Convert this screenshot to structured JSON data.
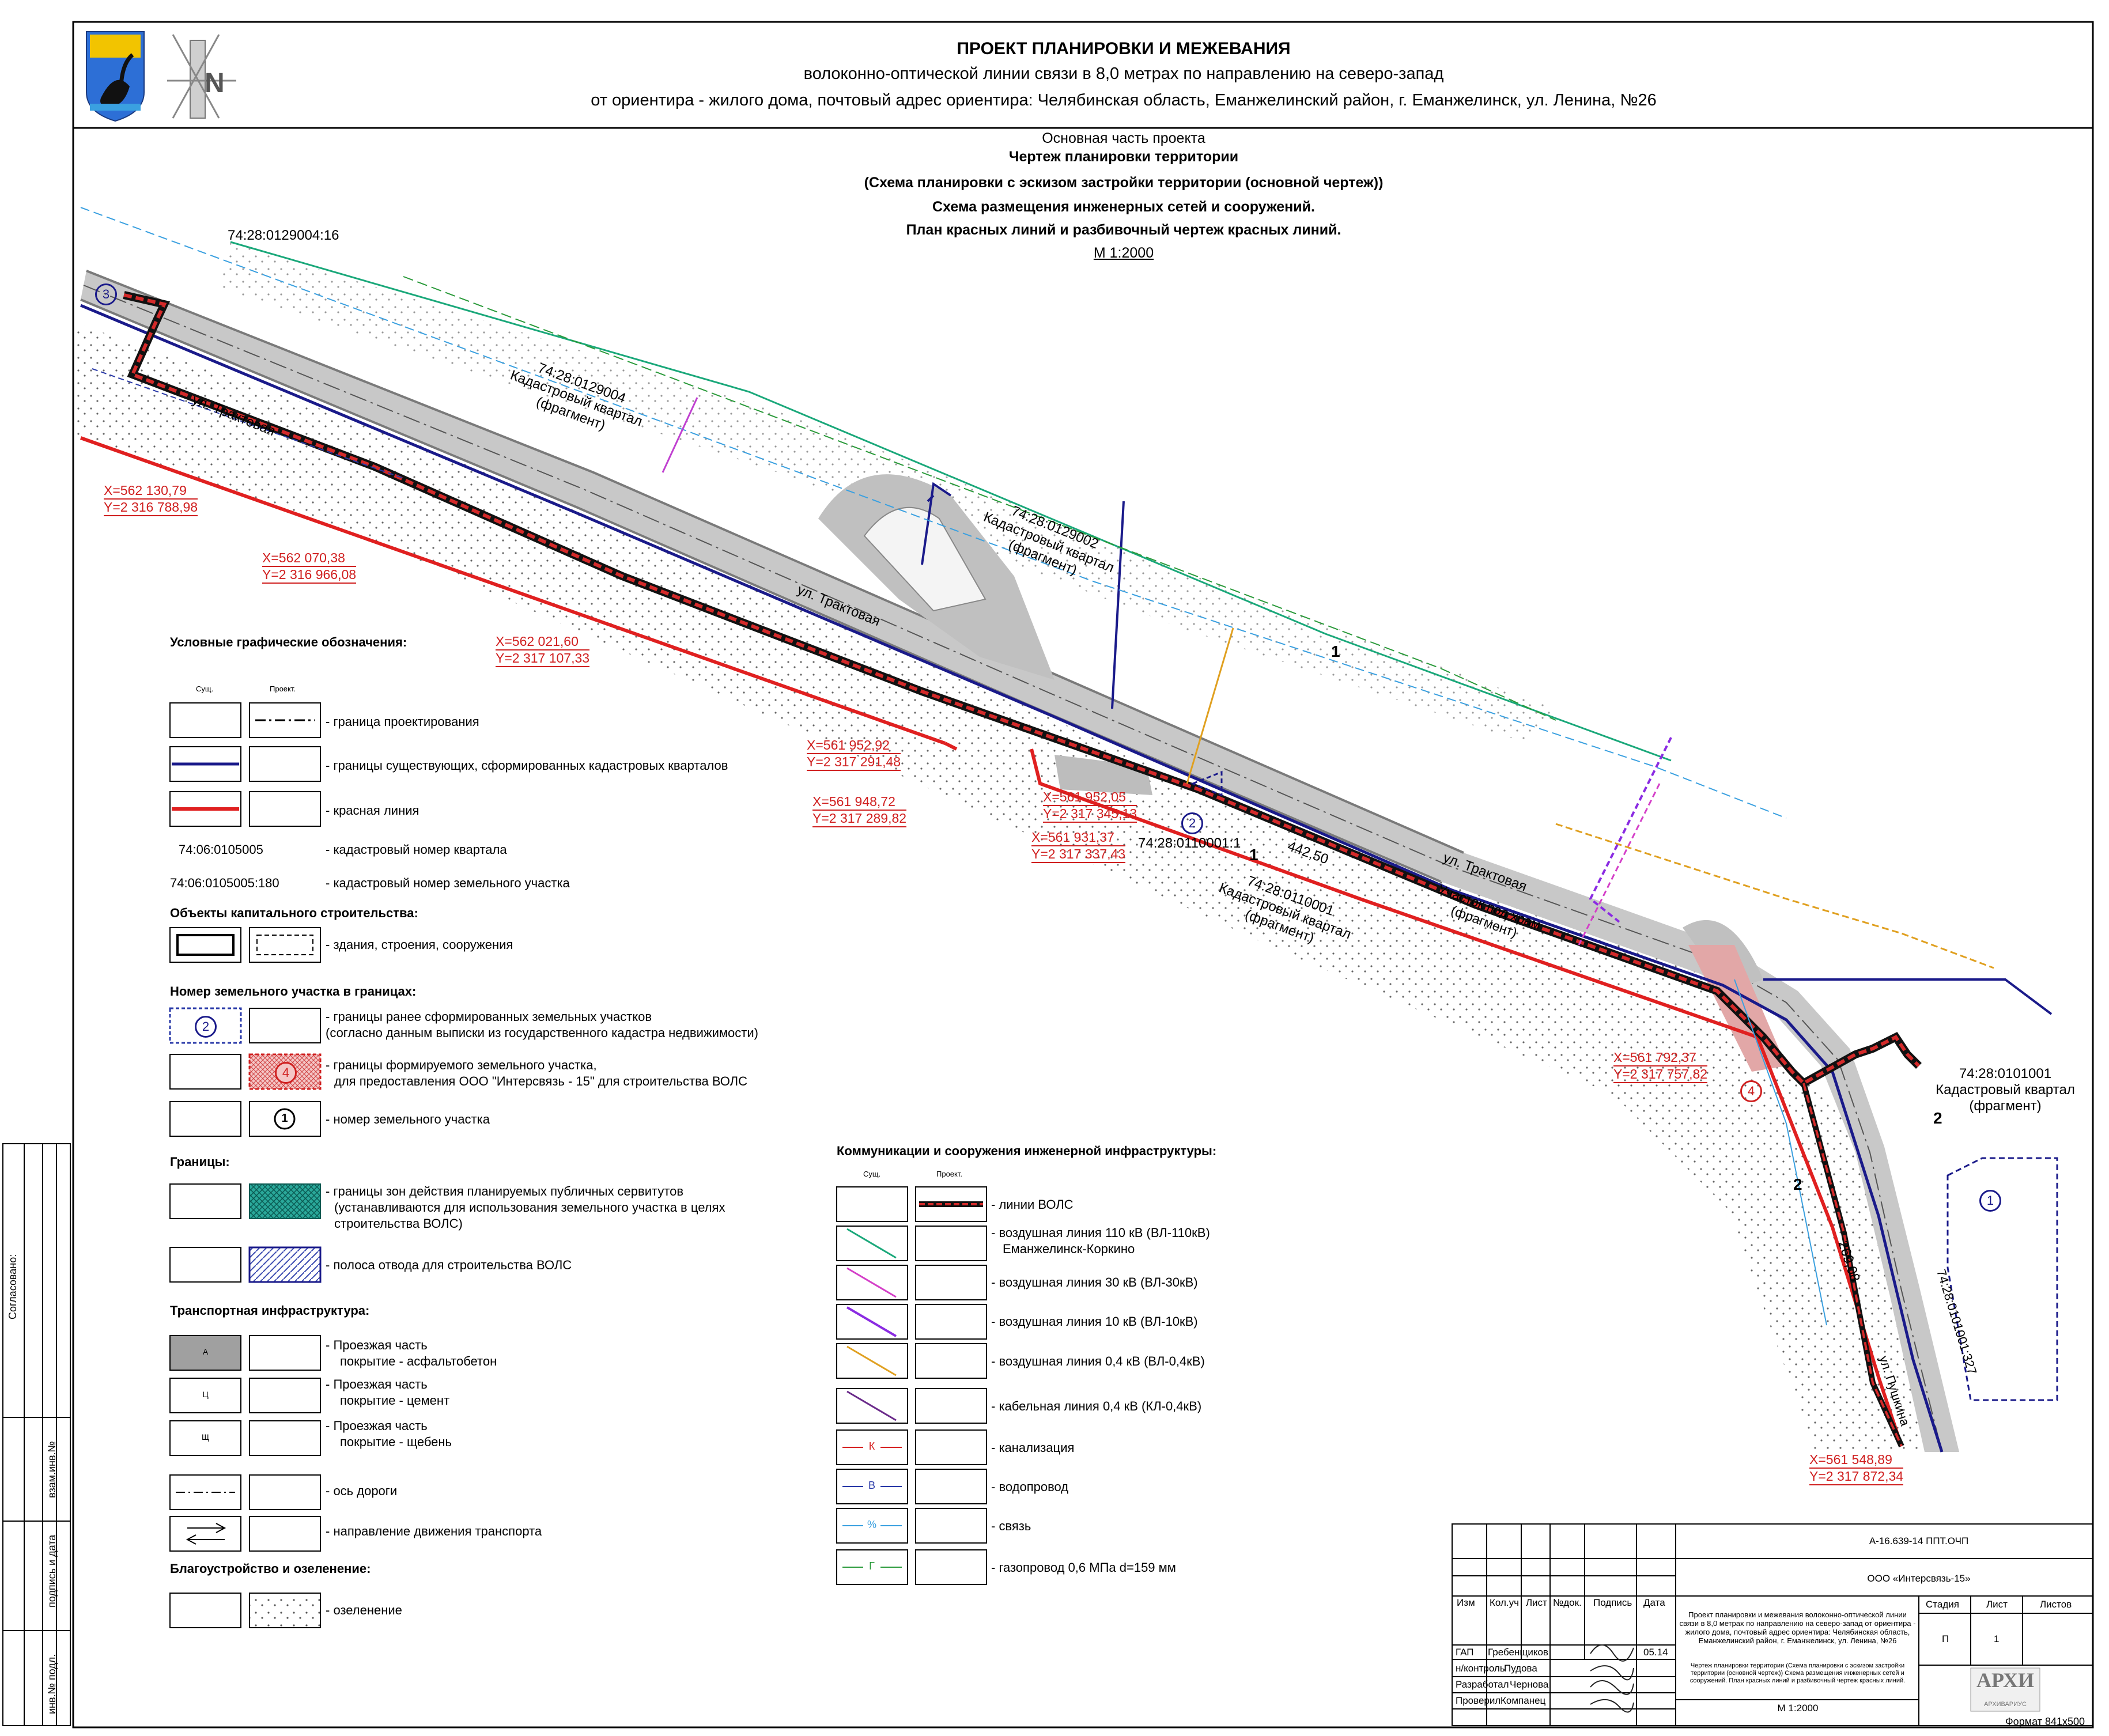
{
  "header": {
    "title": "ПРОЕКТ ПЛАНИРОВКИ И МЕЖЕВАНИЯ",
    "line1": "волоконно-оптической линии связи в 8,0 метрах по направлению на северо-запад",
    "line2": "от ориентира - жилого дома, почтовый адрес ориентира: Челябинская область, Еманжелинский район, г. Еманжелинск, ул. Ленина, №26"
  },
  "subheader": {
    "part": "Основная часть проекта",
    "t1": "Чертеж планировки территории",
    "t2": "(Схема планировки с эскизом застройки территории (основной чертеж))",
    "t3": "Схема размещения инженерных сетей и сооружений.",
    "t4": "План красных линий и разбивочный чертеж красных линий.",
    "scale": "М 1:2000"
  },
  "map_labels": {
    "cad_004_16": "74:28:0129004:16",
    "q004": "74:28:0129004",
    "q004_kv": "Кадастровый квартал",
    "q004_fr": "(фрагмент)",
    "q002": "74:28:0129002",
    "q002_kv": "Кадастровый квартал",
    "q002_fr": "(фрагмент)",
    "q0110001": "74:28:0110001",
    "q0110001_kv": "Кадастровый квартал",
    "q0110001_fr": "(фрагмент)",
    "cad_0110001_1": "74:28:0110001:1",
    "q0101001": "74:28:0101001",
    "q0101001_kv": "Кадастровый квартал",
    "q0101001_fr": "(фрагмент)",
    "cad_0101001_327": "74:28:0101001:327",
    "street1": "ул. Трактовая",
    "street2": "ул. Трактовая",
    "street3": "ул. Трактовая",
    "street4": "ул. Пушкина",
    "plot_church1": "Участок под храм",
    "plot_church2": "(фрагмент)",
    "dist1": "442,50",
    "dist2": "269,08",
    "n1": "1",
    "n2": "2",
    "n3": "3",
    "n4": "4",
    "n2b": "2",
    "sec1": "1",
    "sec1b": "1",
    "sec2": "2",
    "sec2b": "2"
  },
  "coords": [
    {
      "x": "X=562 130,79",
      "y": "Y=2 316 788,98"
    },
    {
      "x": "X=562 070,38",
      "y": "Y=2 316 966,08"
    },
    {
      "x": "X=562 021,60",
      "y": "Y=2 317 107,33"
    },
    {
      "x": "X=561 952,92",
      "y": "Y=2 317 291,48"
    },
    {
      "x": "X=561 948,72",
      "y": "Y=2 317 289,82"
    },
    {
      "x": "X=561 952,05",
      "y": "Y=2 317 345,13"
    },
    {
      "x": "X=561 931,37",
      "y": "Y=2 317 337,43"
    },
    {
      "x": "X=561 792,37",
      "y": "Y=2 317 757,82"
    },
    {
      "x": "X=561 548,89",
      "y": "Y=2 317 872,34"
    }
  ],
  "legend": {
    "title": "Условные графические обозначения:",
    "col_exist": "Сущ.",
    "col_proj": "Проект.",
    "items": [
      "- граница проектирования",
      "- границы существующих, сформированных кадастровых кварталов",
      "- красная линия"
    ],
    "cad_q_example": "74:06:0105005",
    "cad_q_desc": "- кадастровый номер квартала",
    "cad_p_example": "74:06:0105005:180",
    "cad_p_desc": "- кадастровый номер земельного участка",
    "sec_capital": "Объекты капитального строительства:",
    "buildings": "- здания, строения, сооружения",
    "sec_plotnum": "Номер земельного участка в границах:",
    "plots_prev1": "- границы ранее сформированных земельных участков",
    "plots_prev2": "(согласно данным выписки из государственного кадастра недвижимости)",
    "plots_new1": "- границы формируемого земельного участка,",
    "plots_new2": "для предоставления ООО \"Интерсвязь - 15\" для строительства ВОЛС",
    "plot_num": "- номер земельного участка",
    "sym2": "2",
    "sym4": "4",
    "sym1": "1",
    "sec_bounds": "Границы:",
    "serv1": "- границы зон действия планируемых публичных сервитутов",
    "serv2": "(устанавливаются для использования земельного участка в целях",
    "serv3": "строительства ВОЛС)",
    "strip": "- полоса отвода для строительства ВОЛС",
    "sec_transport": "Транспортная инфраструктура:",
    "road_a1": "- Проезжая часть",
    "road_a2": "покрытие - асфальтобетон",
    "road_c1": "- Проезжая часть",
    "road_c2": "покрытие - цемент",
    "road_s1": "- Проезжая часть",
    "road_s2": "покрытие - щебень",
    "sym_a": "А",
    "sym_c": "Ц",
    "sym_s": "Щ",
    "axis": "- ось дороги",
    "dir": "- направление движения транспорта",
    "sec_green": "Благоустройство и озеленение:",
    "green": "- озеленение"
  },
  "legend2": {
    "title": "Коммуникации и сооружения инженерной инфраструктуры:",
    "col_exist": "Сущ.",
    "col_proj": "Проект.",
    "items": [
      "- линии ВОЛС",
      "- воздушная линия 110 кВ (ВЛ-110кВ)",
      "- воздушная линия 30 кВ (ВЛ-30кВ)",
      "- воздушная линия 10 кВ (ВЛ-10кВ)",
      "- воздушная линия 0,4 кВ (ВЛ-0,4кВ)",
      "- кабельная линия 0,4 кВ (КЛ-0,4кВ)",
      "- канализация",
      "- водопровод",
      "- связь",
      "- газопровод 0,6 МПа d=159 мм"
    ],
    "item_110_line2": "Еманжелинск-Коркино",
    "sym_k": "К",
    "sym_v": "В",
    "sym_svyaz": "%",
    "sym_g": "Г",
    "colors": {
      "vl110": "#1aa87a",
      "vl30": "#d43fc8",
      "vl10": "#8a2be2",
      "vl04": "#e0a020",
      "kl04": "#6a2a8a",
      "kanal": "#d62020",
      "vodo": "#2a3aa8",
      "svyaz": "#3aa0e0",
      "gaz": "#2a9a3a"
    }
  },
  "side_stamp": {
    "agreed": "Согласовано:",
    "inv_zam": "взам.инв.№",
    "sign_date": "подпись и дата",
    "inv_orig": "инв.№ подл."
  },
  "title_block": {
    "code": "А-16.639-14 ППТ.ОЧП",
    "org": "ООО «Интерсвязь-15»",
    "cols": [
      "Изм",
      "Кол.уч",
      "Лист",
      "№док.",
      "Подпись",
      "Дата"
    ],
    "desc": "Проект планировки и межевания волоконно-оптической линии связи в 8,0 метрах по направлению на северо-запад от ориентира - жилого дома, почтовый адрес ориентира: Челябинская область, Еманжелинский район, г. Еманжелинск, ул. Ленина, №26",
    "stage_h": "Стадия",
    "sheet_h": "Лист",
    "sheets_h": "Листов",
    "stage": "П",
    "sheet": "1",
    "roles": [
      {
        "role": "ГАП",
        "name": "Гребенщиков",
        "date": "05.14"
      },
      {
        "role": "н/контроль",
        "name": "Пудова",
        "date": ""
      },
      {
        "role": "Разработал",
        "name": "Чернова",
        "date": ""
      },
      {
        "role": "Проверил",
        "name": "Компанец",
        "date": ""
      }
    ],
    "drawing_name": "Чертеж планировки территории (Схема планировки с эскизом застройки территории (основной чертеж)) Схема размещения инженерных сетей и сооружений. План красных линий и разбивочный чертеж красных линий.",
    "scale": "М 1:2000",
    "logo_text": "АРХИ",
    "logo_sub": "АРХИВАРИУС",
    "format": "Формат 841х500"
  }
}
